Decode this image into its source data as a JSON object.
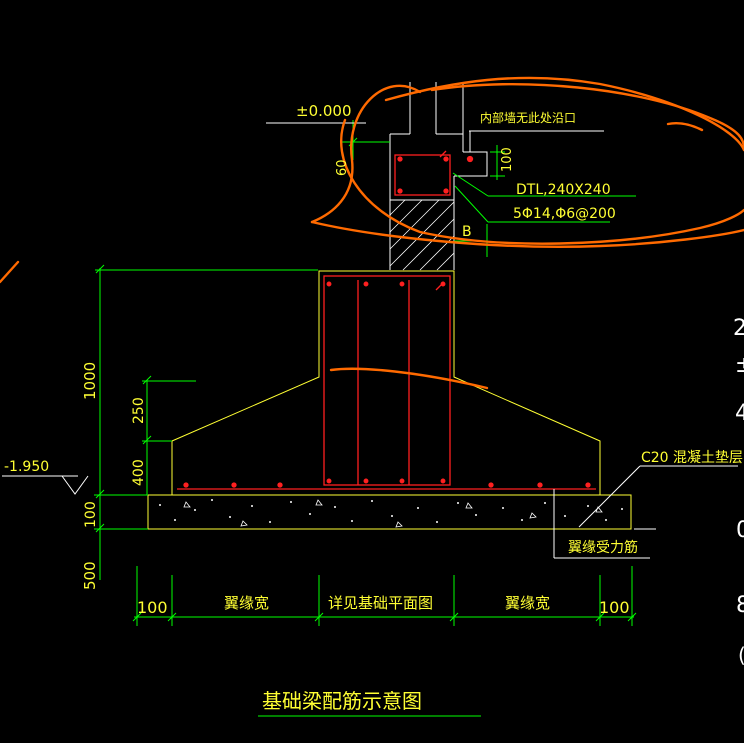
{
  "drawing": {
    "title": "基础梁配筋示意图",
    "elevation_top": "±0.000",
    "elevation_bottom": "-1.950",
    "note_inner_wall": "内部墙无此处沿口",
    "beam_label": "DTL,240X240",
    "beam_rebar": "5Φ14,Φ6@200",
    "section_mark": "B",
    "dim_60": "60",
    "dim_100_top": "100",
    "dim_1000": "1000",
    "dim_250": "250",
    "dim_400": "400",
    "dim_100_left": "100",
    "dim_500": "500",
    "bottom_dims": [
      "100",
      "翼缘宽",
      "详见基础平面图",
      "翼缘宽",
      "100"
    ],
    "label_c20": "C20 混凝土垫层",
    "label_flange_rebar": "翼缘受力筋",
    "right_edge_glyphs": [
      "2",
      "±",
      "4",
      "0",
      "8",
      "("
    ]
  },
  "colors": {
    "background": "#000000",
    "outline": "#ffff33",
    "dimension": "#00ff00",
    "rebar": "#ff2020",
    "annotation_stroke": "#ff6a00",
    "text": "#ffff33",
    "white": "#ffffff"
  }
}
